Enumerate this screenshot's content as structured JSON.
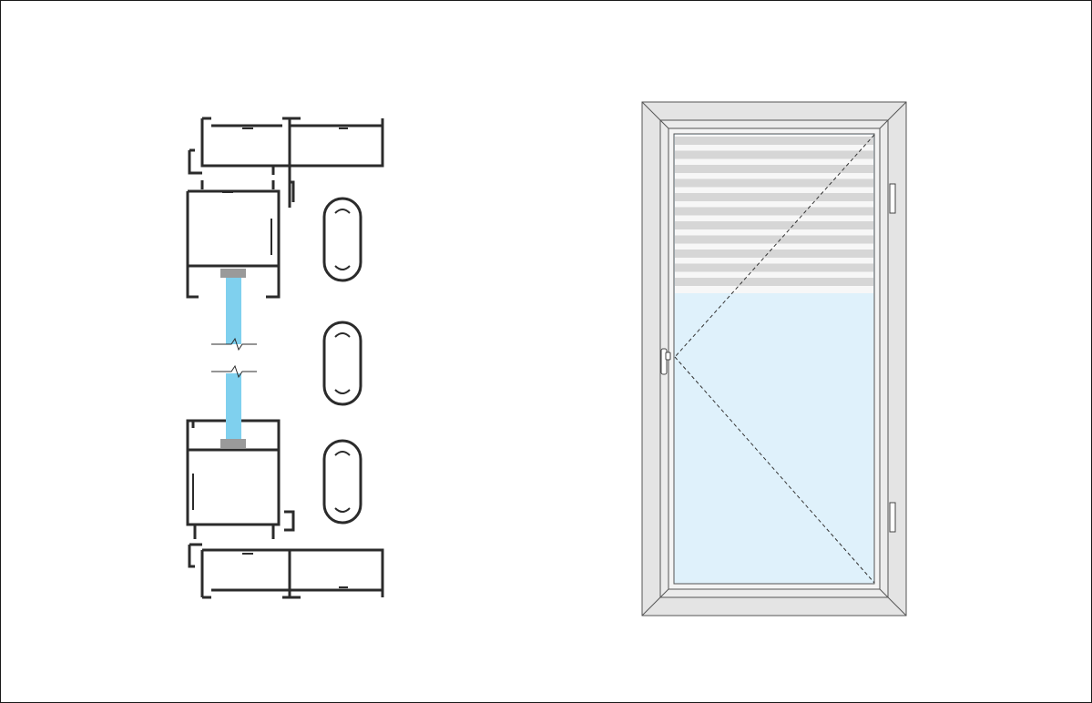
{
  "diagram": {
    "profile_section": {
      "name": "window-profile-cross-section",
      "glass_color": "#7fd0ee",
      "gasket_color": "#9a9a9a",
      "outline_color": "#2b2b2b"
    },
    "window_elevation": {
      "name": "casement-window-elevation",
      "frame_color": "#e4e4e4",
      "glass_color": "#dff1fb",
      "blind_slat_color": "#d6d6d6",
      "blind_slat_count": 11,
      "opening": "side-hung",
      "blind_coverage": 0.35
    },
    "colors": {
      "border": "#1a1a1a",
      "background": "#ffffff"
    }
  }
}
